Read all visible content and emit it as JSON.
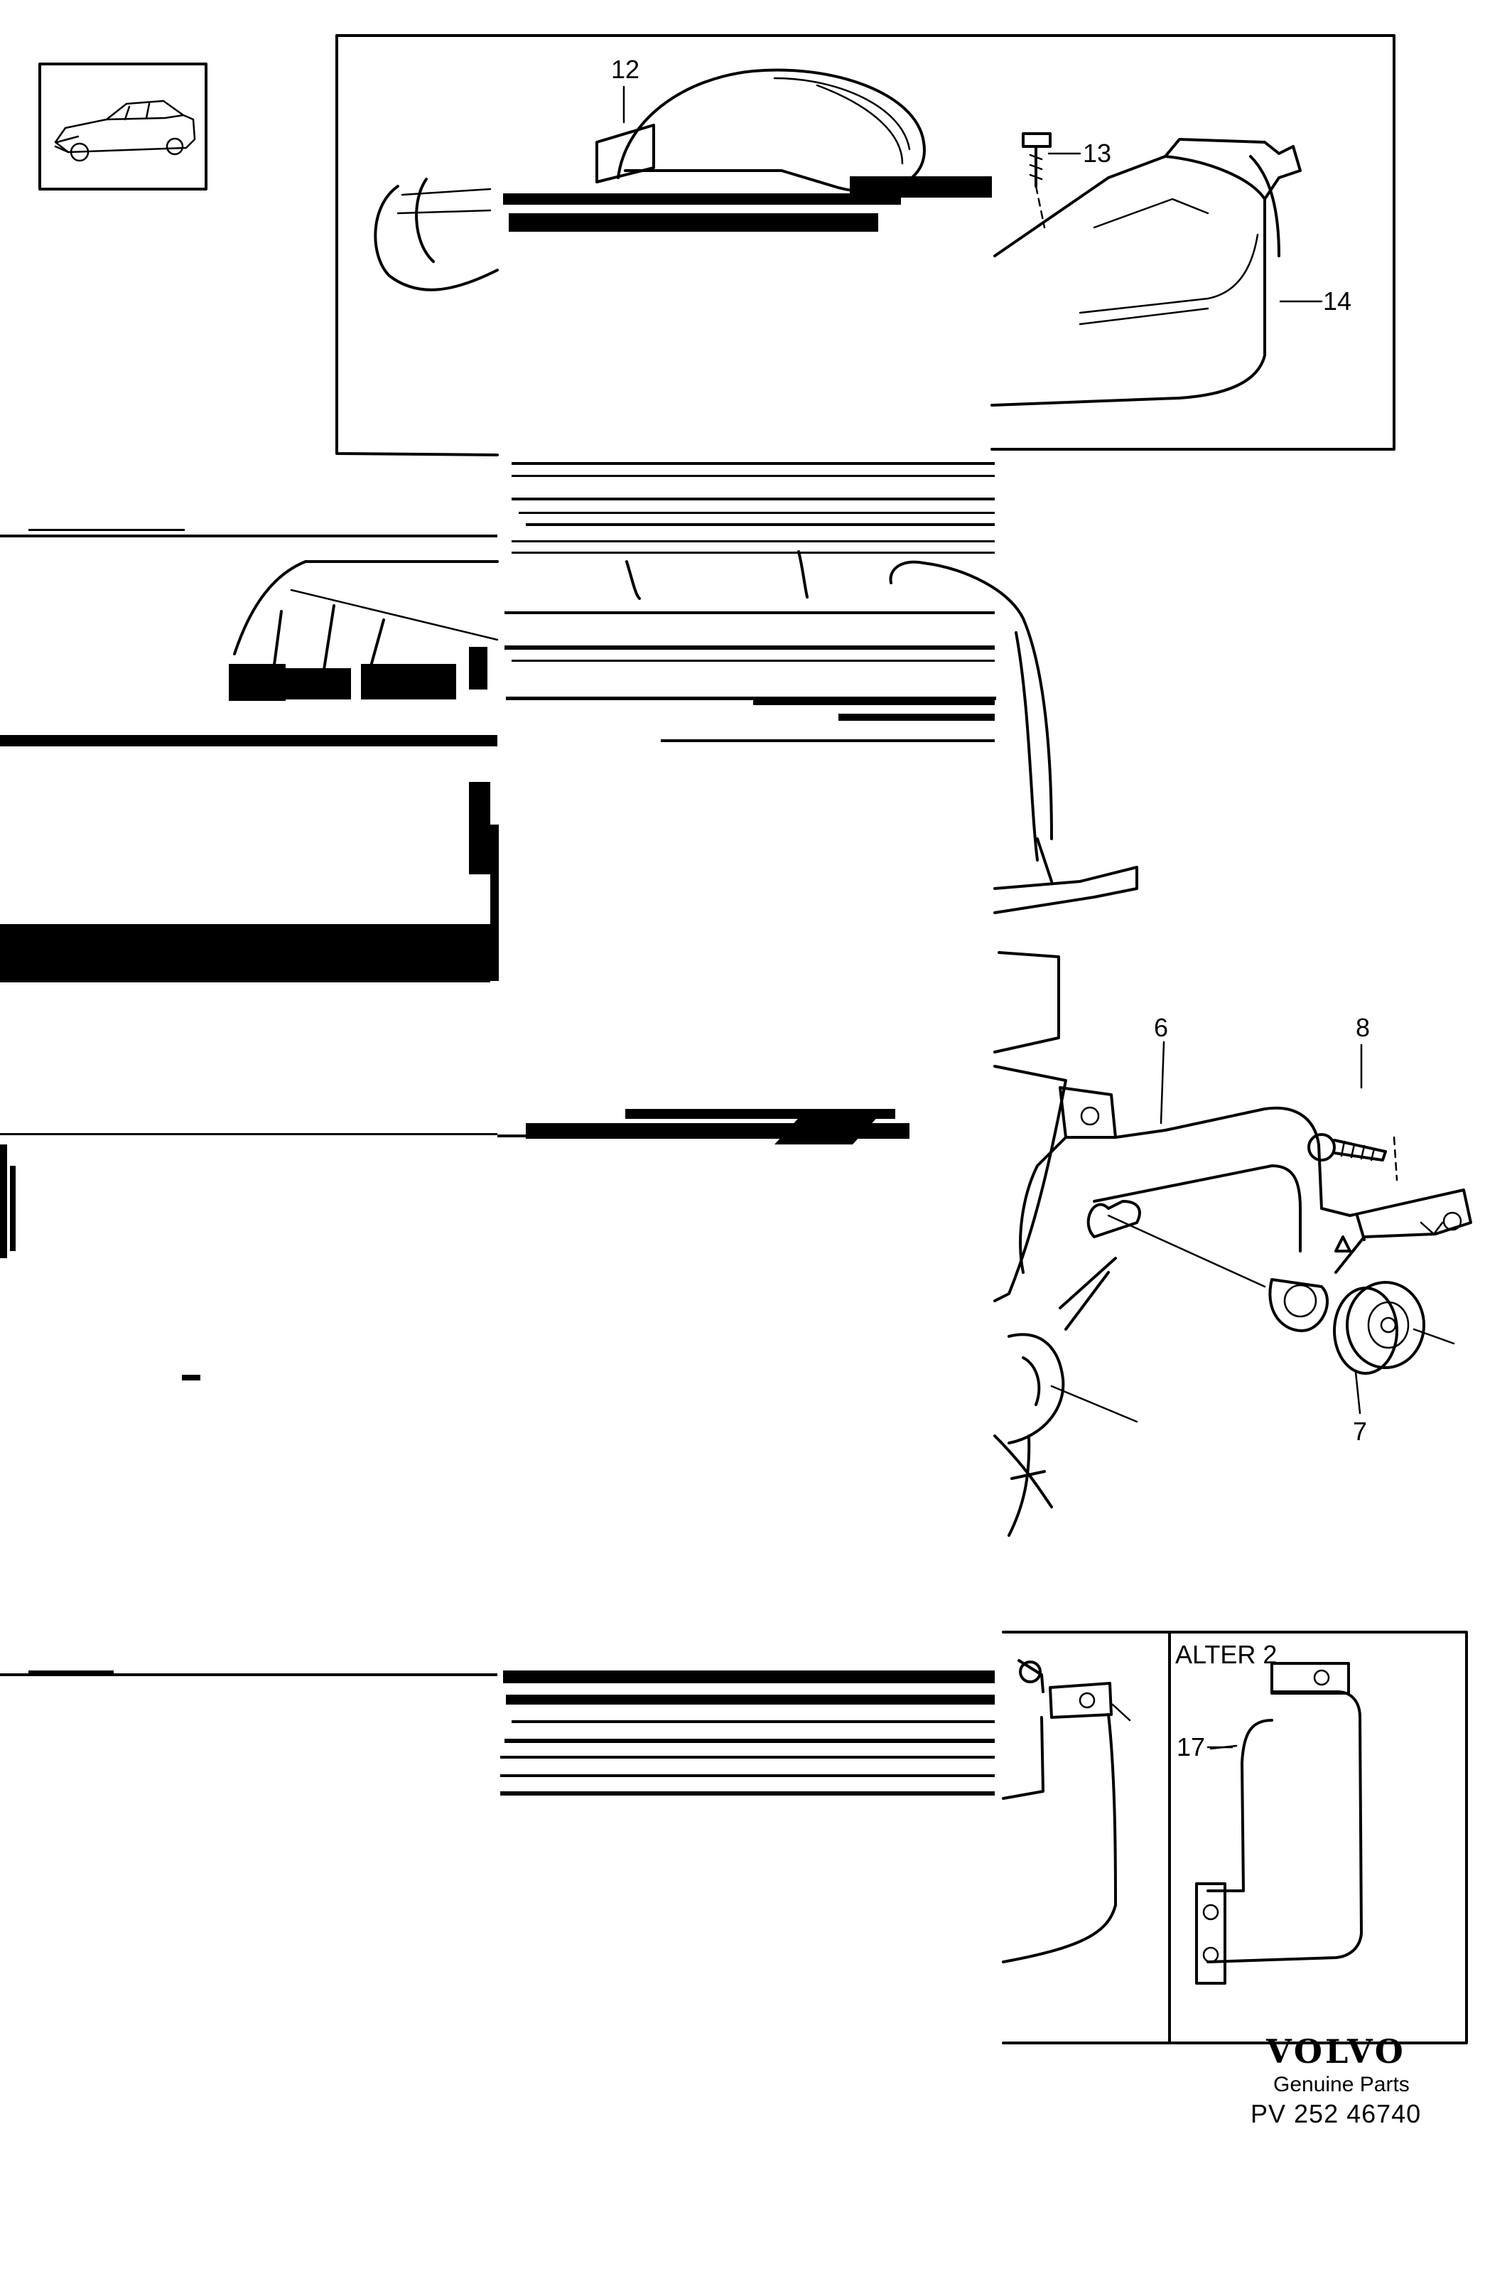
{
  "diagram": {
    "callouts": {
      "c12": "12",
      "c13": "13",
      "c14": "14",
      "c6": "6",
      "c7": "7",
      "c8": "8",
      "c17": "17"
    },
    "alter_label": "ALTER 2",
    "icons": [
      "car-thumbnail-icon",
      "volvo-logo"
    ]
  },
  "footer": {
    "brand": "VOLVO",
    "subtitle": "Genuine Parts",
    "part_number": "PV 252  46740"
  }
}
